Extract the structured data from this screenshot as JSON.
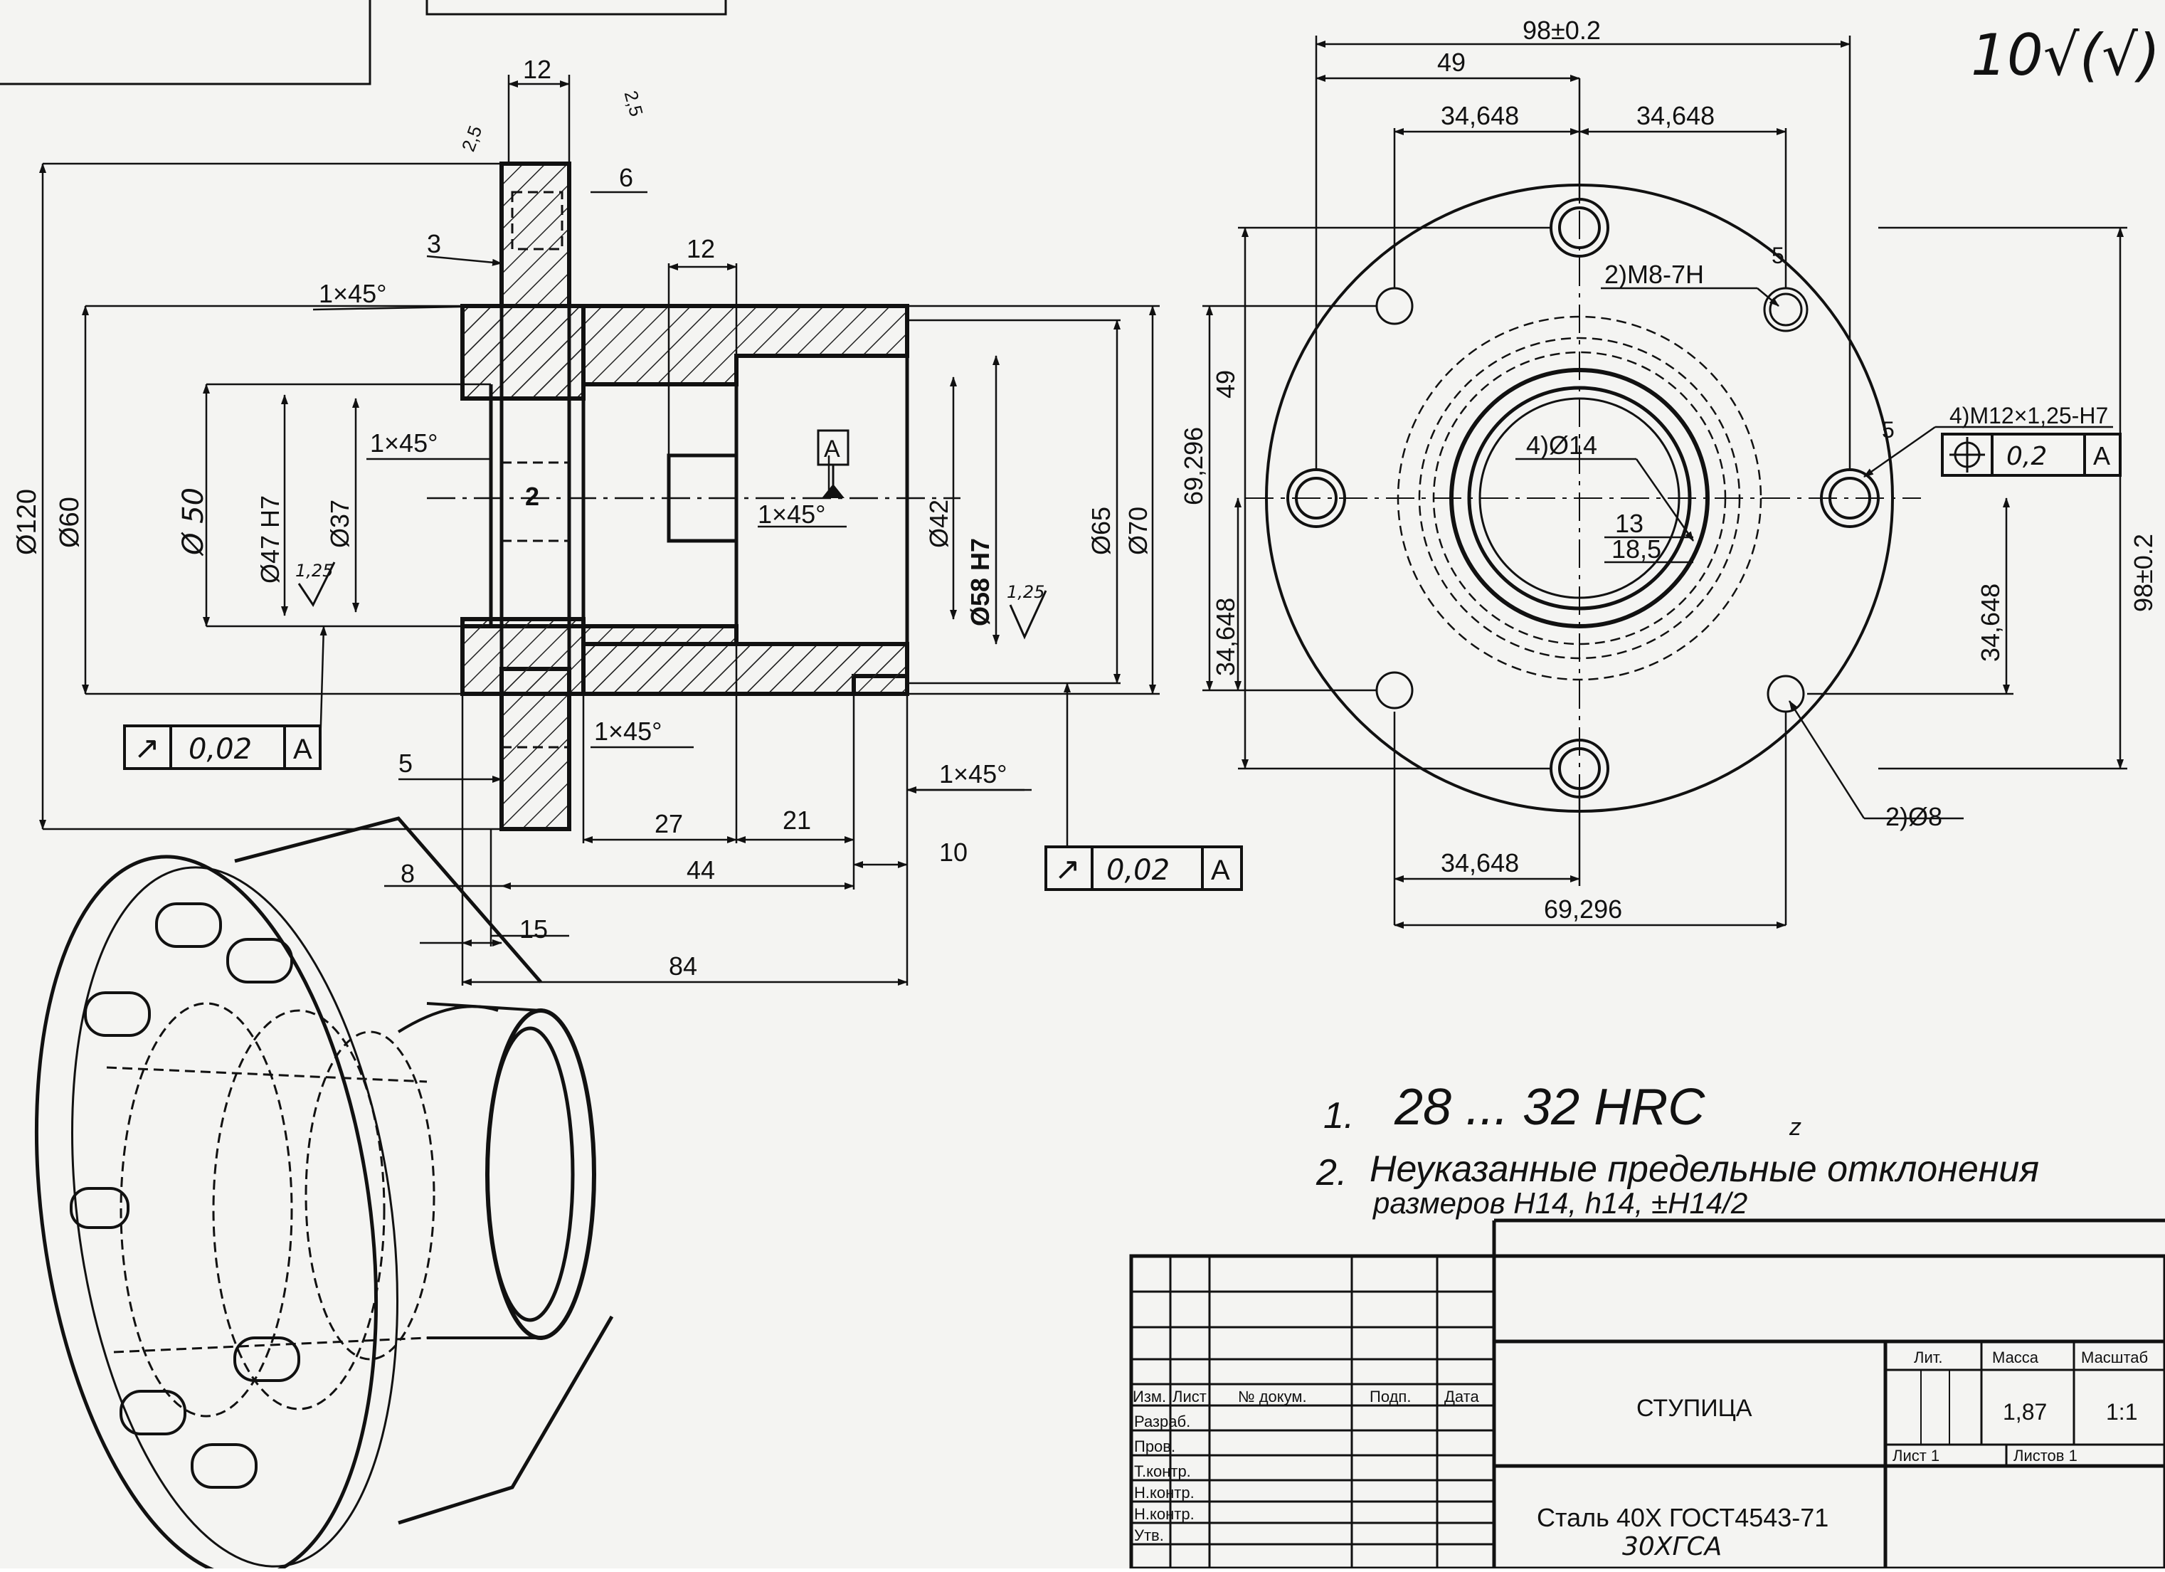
{
  "grade_mark": "10√(√)",
  "front_view": {
    "dims": {
      "teeth_width": "12",
      "chamfer_top_left": "2,5",
      "chamfer_top_right": "2,5",
      "groove_6": "6",
      "offset_3": "3",
      "chamfer_1x45_a": "1×45°",
      "hub_step_12": "12",
      "chamfer_1x45_b": "1×45°",
      "datum_label": "A",
      "chamfer_1x45_c": "1×45°",
      "dim_2": "2",
      "chamfer_1x45_d": "1×45°",
      "chamfer_1x45_e": "1×45°",
      "dim_5": "5",
      "dim_27": "27",
      "dim_21": "21",
      "dim_44": "44",
      "dim_10": "10",
      "dim_8": "8",
      "dim_15": "15",
      "dim_84": "84",
      "d120": "Ø120",
      "d60": "Ø60",
      "d50": "Ø 50",
      "d47": "Ø47 H7",
      "d37": "Ø37",
      "d42": "Ø42",
      "d58": "Ø58 H7",
      "d65": "Ø65",
      "d70": "Ø70",
      "rough_125_a": "1,25",
      "rough_125_b": "1,25"
    },
    "tolerance_left": {
      "symbol": "↗",
      "value": "0,02",
      "datum": "A"
    },
    "tolerance_bottom": {
      "symbol": "↗",
      "value": "0,02",
      "datum": "A"
    }
  },
  "side_view": {
    "dims": {
      "overall_98_top": "98±0.2",
      "dim_49_top": "49",
      "dim_34648_tl": "34,648",
      "dim_34648_tr": "34,648",
      "thread_m8": "2)M8-7H",
      "thread_m8_depth": "5",
      "dim_49_left": "49",
      "dim_69296_left": "69,296",
      "dim_34648_left": "34,648",
      "holes_d14": "4)Ø14",
      "dim_13": "13",
      "dim_185": "18,5",
      "thread_m12": "4)M12×1,25-H7",
      "thread_m12_depth": "5",
      "pos_tol_value": "0,2",
      "pos_tol_datum": "A",
      "dim_98_right": "98±0.2",
      "dim_34648_right": "34,648",
      "holes_d8": "2)Ø8",
      "dim_34648_bottom": "34,648",
      "dim_69296_bottom": "69,296"
    }
  },
  "notes": {
    "n1_num": "1.",
    "n1_text": "28 ... 32  HRC",
    "n1_sub": "z",
    "n2_num": "2.",
    "n2_line1": "Неуказанные предельные отклонения",
    "n2_line2": "размеров  H14, h14, ±H14/2"
  },
  "title_block": {
    "row_labels": [
      "Изм.",
      "Лист",
      "№ докум.",
      "Подп.",
      "Дата"
    ],
    "left_rows": [
      "Разраб.",
      "Пров.",
      "Т.контр.",
      "Н.контр.",
      "Н.контр.",
      "Утв."
    ],
    "part_name": "СТУПИЦА",
    "col_lit": "Лит.",
    "col_mass": "Масса",
    "col_scale": "Масштаб",
    "mass_value": "1,87",
    "scale_value": "1:1",
    "sheet_label": "Лист 1",
    "sheets_label": "Листов 1",
    "material_line1": "Сталь 40Х ГОСТ4543-71",
    "material_line2": "30ХГСА"
  }
}
